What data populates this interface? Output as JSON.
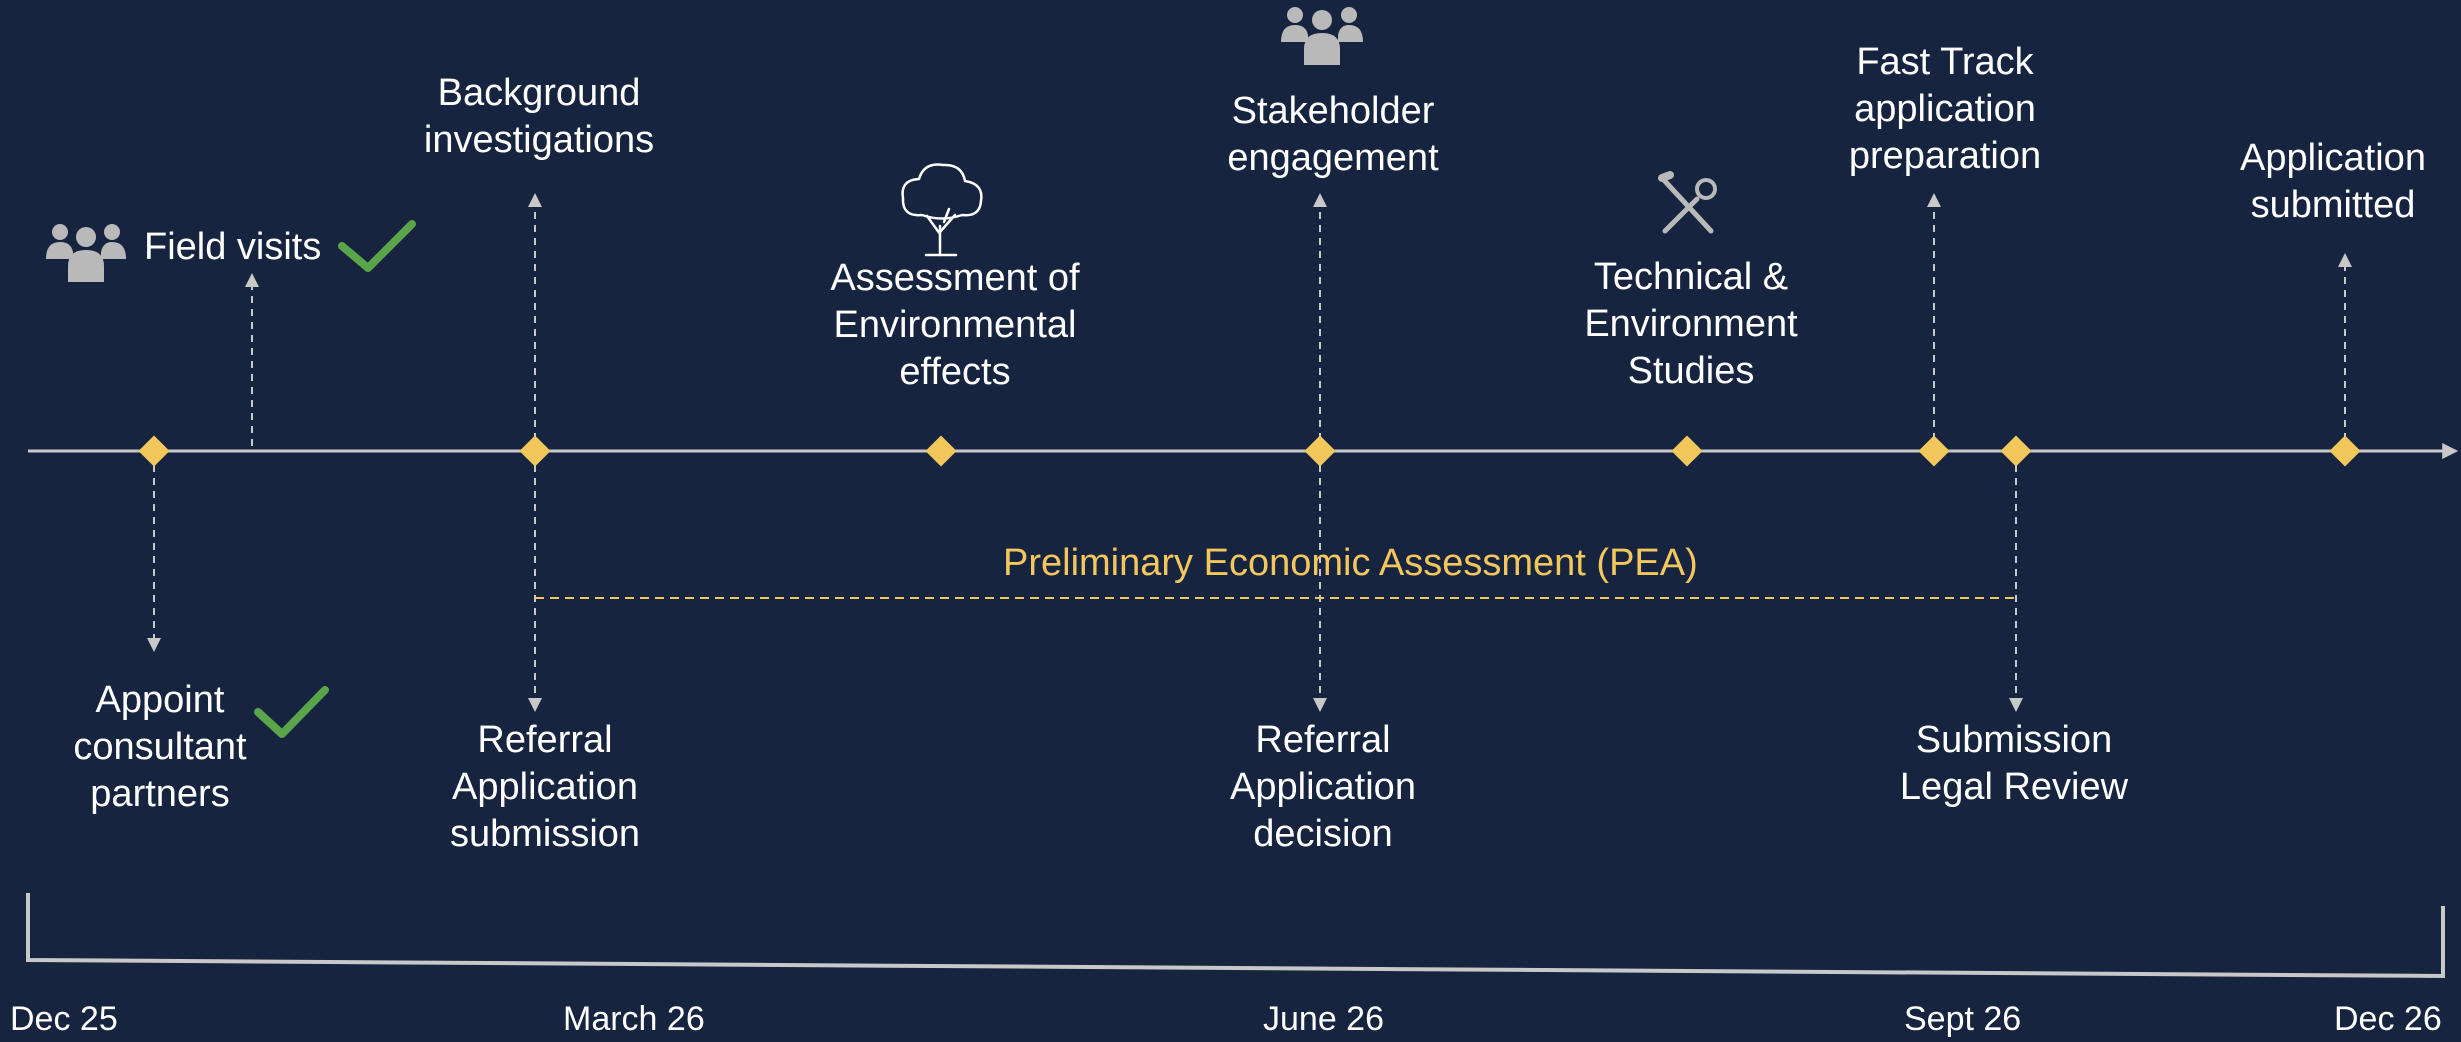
{
  "colors": {
    "background": "#172440",
    "axis": "#c8c8c8",
    "milestone": "#f2c75c",
    "pea": "#f2c75c",
    "check": "#5aa54a",
    "icon": "#b9b9b9"
  },
  "icons": {
    "field_visits": "people-group-icon",
    "stakeholder": "people-group-icon",
    "environment": "tree-icon",
    "technical": "tools-icon",
    "done": "checkmark-icon"
  },
  "events_above": {
    "field_visits": {
      "label": "Field visits",
      "completed": true
    },
    "background": {
      "line1": "Background",
      "line2": "investigations"
    },
    "assessment": {
      "line1": "Assessment of",
      "line2": "Environmental",
      "line3": "effects"
    },
    "stakeholder": {
      "line1": "Stakeholder",
      "line2": "engagement"
    },
    "technical": {
      "line1": "Technical &",
      "line2": "Environment",
      "line3": "Studies"
    },
    "fast_track": {
      "line1": "Fast Track",
      "line2": "application",
      "line3": "preparation"
    },
    "submitted": {
      "line1": "Application",
      "line2": "submitted"
    }
  },
  "events_below": {
    "appoint": {
      "line1": "Appoint",
      "line2": "consultant",
      "line3": "partners",
      "completed": true
    },
    "referral_submission": {
      "line1": "Referral",
      "line2": "Application",
      "line3": "submission"
    },
    "referral_decision": {
      "line1": "Referral",
      "line2": "Application",
      "line3": "decision"
    },
    "legal_review": {
      "line1": "Submission",
      "line2": "Legal Review"
    }
  },
  "pea_label": "Preliminary Economic Assessment (PEA)",
  "dates": [
    "Dec 25",
    "March 26",
    "June 26",
    "Sept 26",
    "Dec 26"
  ]
}
